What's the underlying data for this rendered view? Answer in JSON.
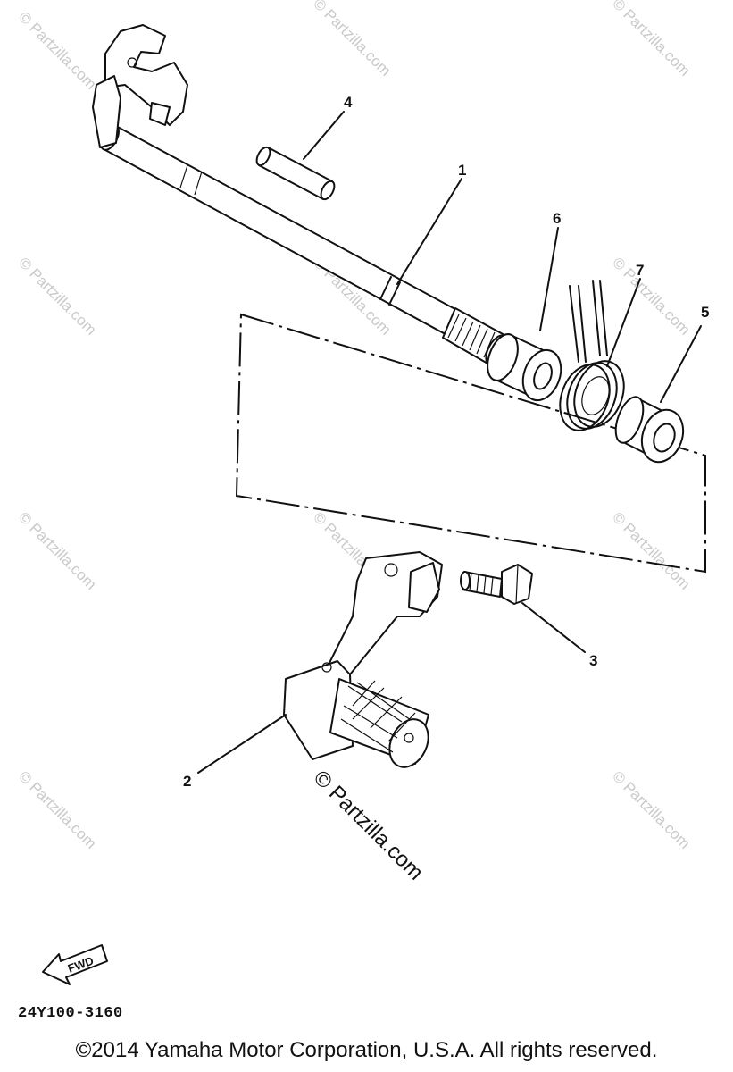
{
  "diagram": {
    "callouts": [
      "1",
      "2",
      "3",
      "4",
      "5",
      "6",
      "7"
    ],
    "watermark": "© Partzilla.com",
    "center_watermark": "© Partzilla.com",
    "fwd_label": "FWD",
    "part_number": "24Y100-3160",
    "copyright": "©2014  Yamaha Motor Corporation, U.S.A. All rights reserved."
  }
}
